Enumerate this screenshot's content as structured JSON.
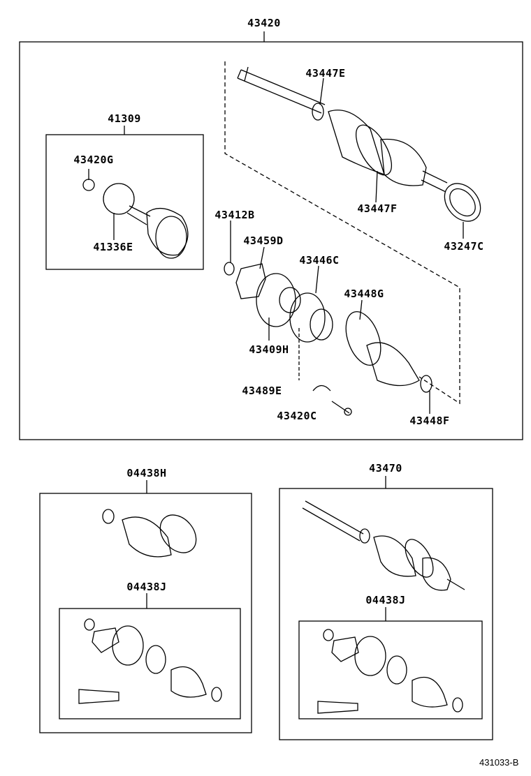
{
  "diagram": {
    "main_assembly": "43420",
    "sub_assembly_inboard_joint": "41309",
    "parts": {
      "shaft_clamp": "43447E",
      "inner_joint_snap_ring": "43420G",
      "inner_joint_tulip": "41336E",
      "outboard_boot_band": "43447F",
      "dust_deflector": "43247C",
      "snap_ring": "43412B",
      "seal_plate": "43459D",
      "inboard_boot_band_small": "43446C",
      "inboard_boot_band_large": "43448G",
      "tripod_housing": "43409H",
      "retainer_clip": "43489E",
      "bolt": "43420C",
      "boot_clamp": "43448F"
    },
    "boot_kit_outboard": "04438H",
    "boot_kit_inboard_left": "04438J",
    "shaft_assembly_alt": "43470",
    "boot_kit_inboard_right": "04438J",
    "figure_code": "431033-B"
  }
}
